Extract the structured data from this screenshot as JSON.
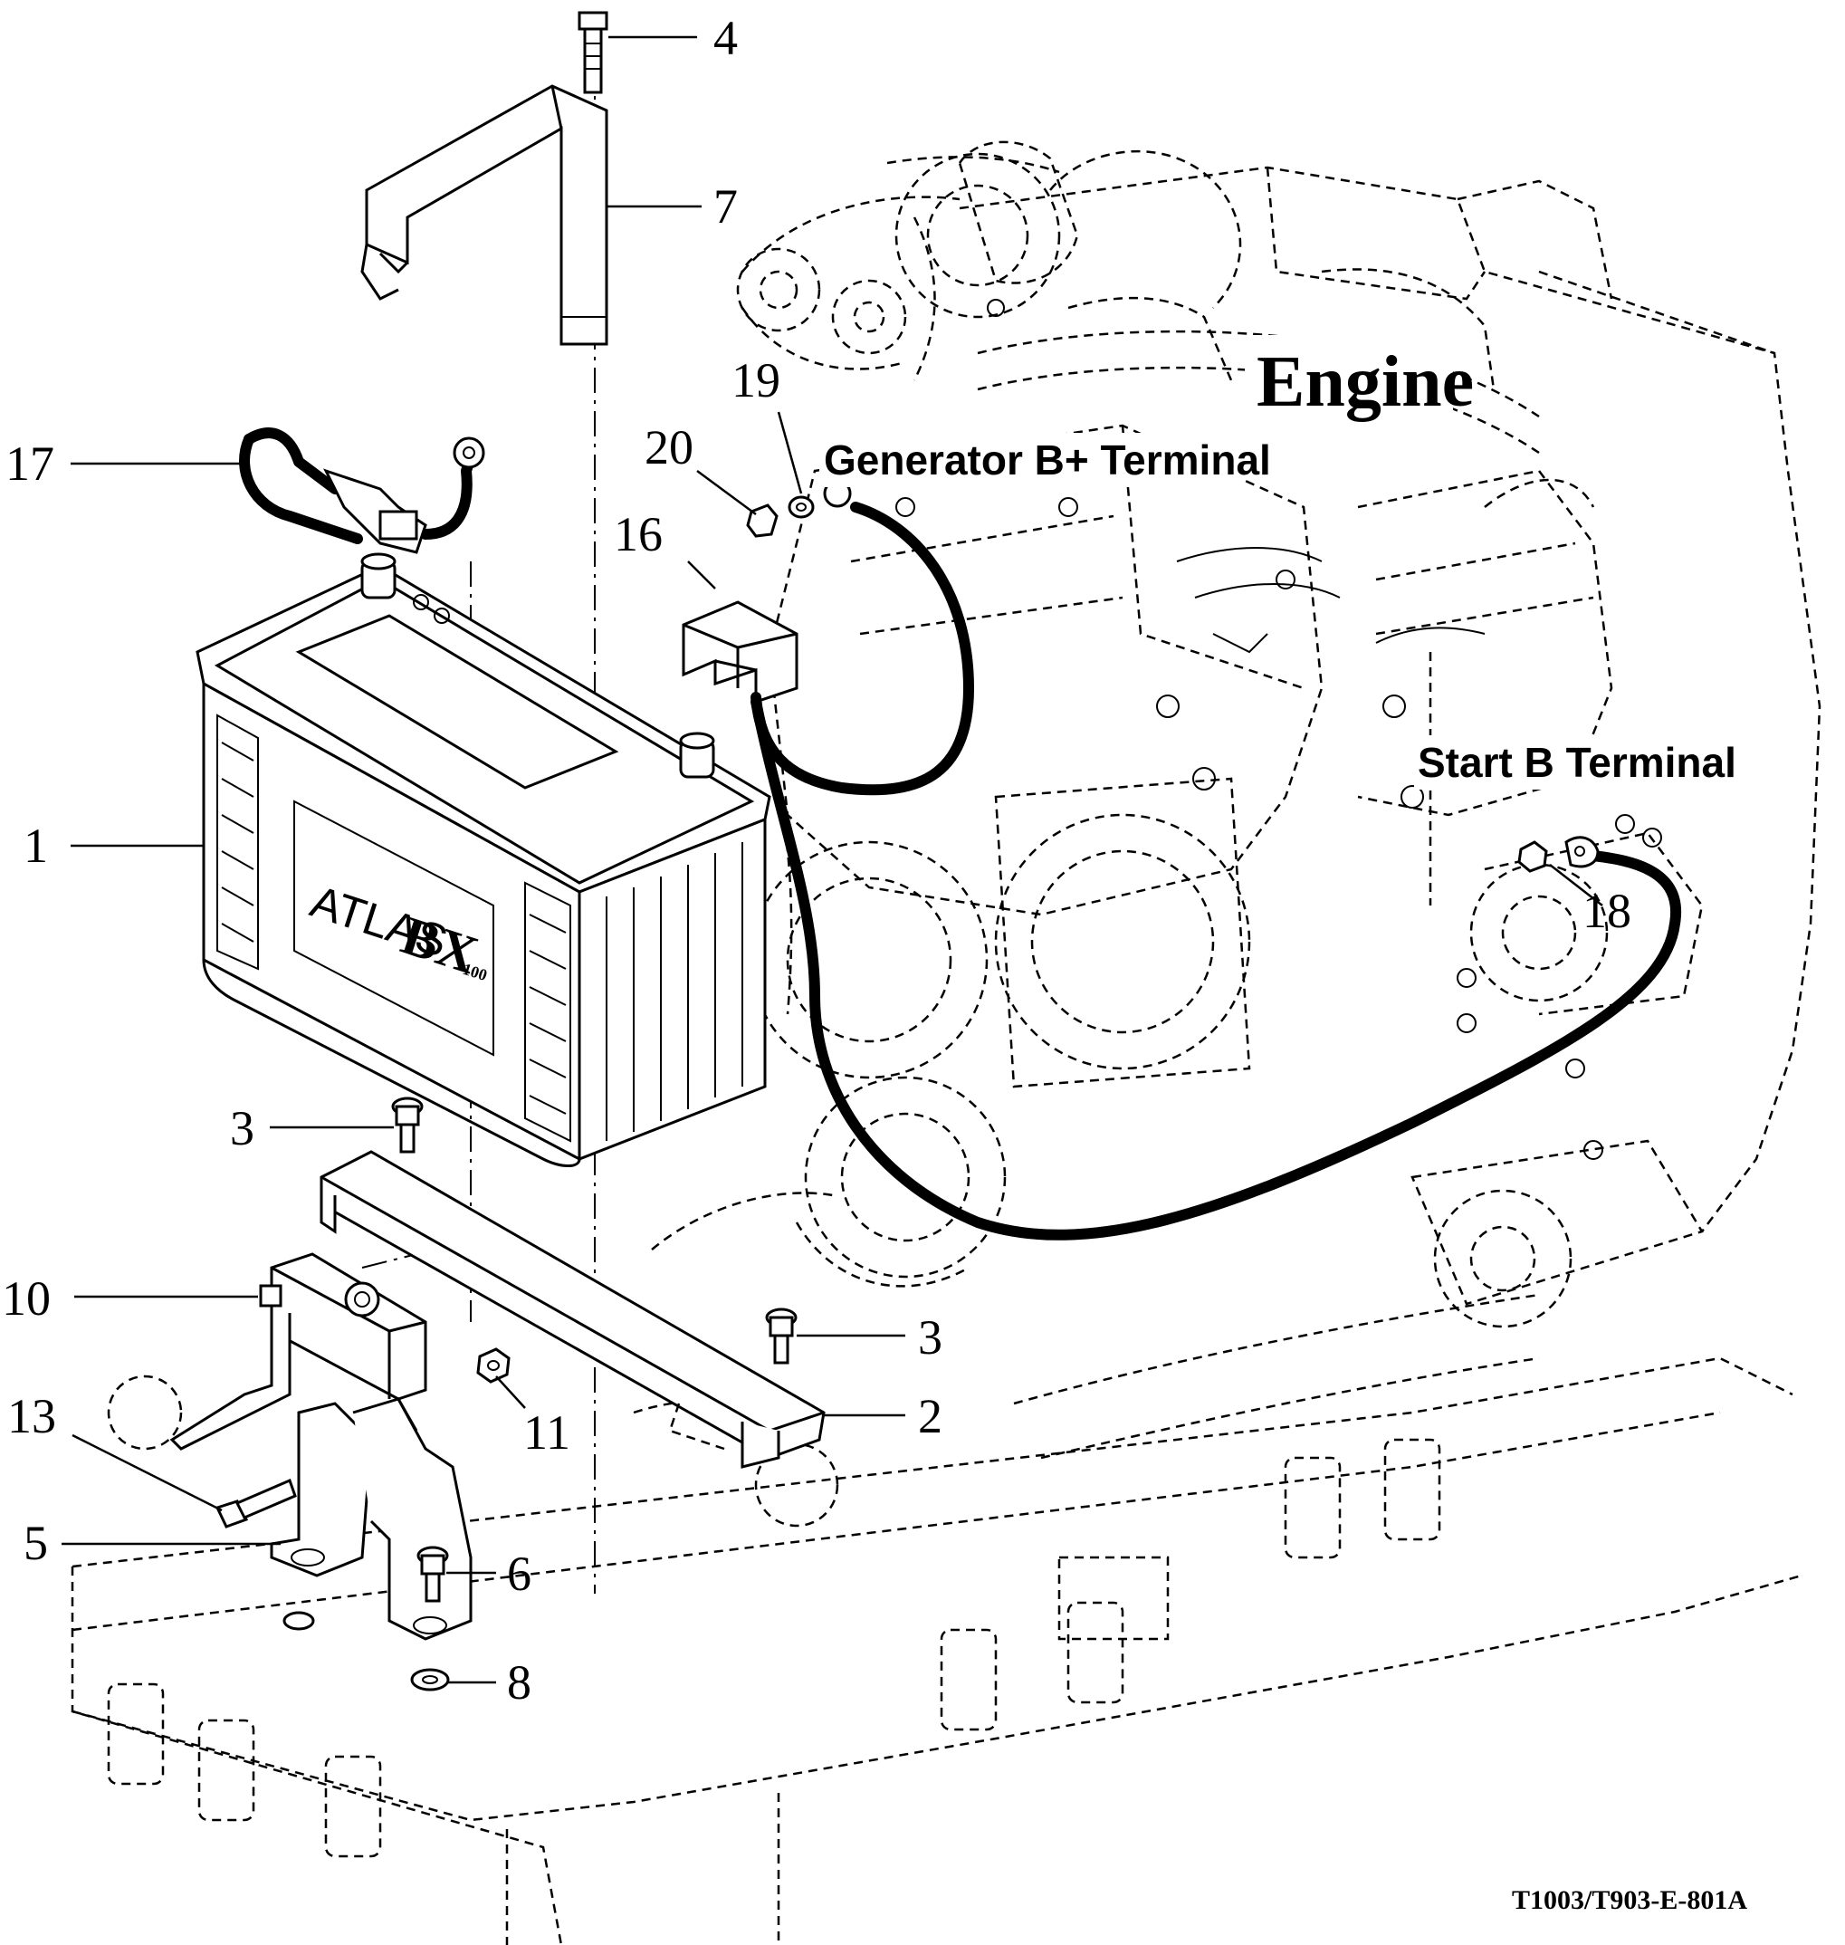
{
  "diagram": {
    "engine_label": "Engine",
    "generator_label": "Generator B+ Terminal",
    "start_label": "Start B Terminal",
    "figure_id": "T1003/T903-E-801A",
    "battery_brand": "ATLAS",
    "battery_model": "BX",
    "battery_model_sub": "100"
  },
  "callouts": [
    {
      "id": "4",
      "label": "4"
    },
    {
      "id": "7",
      "label": "7"
    },
    {
      "id": "19",
      "label": "19"
    },
    {
      "id": "20",
      "label": "20"
    },
    {
      "id": "17",
      "label": "17"
    },
    {
      "id": "16",
      "label": "16"
    },
    {
      "id": "1",
      "label": "1"
    },
    {
      "id": "18",
      "label": "18"
    },
    {
      "id": "3a",
      "label": "3"
    },
    {
      "id": "10",
      "label": "10"
    },
    {
      "id": "3b",
      "label": "3"
    },
    {
      "id": "11",
      "label": "11"
    },
    {
      "id": "2",
      "label": "2"
    },
    {
      "id": "13",
      "label": "13"
    },
    {
      "id": "5",
      "label": "5"
    },
    {
      "id": "6",
      "label": "6"
    },
    {
      "id": "8",
      "label": "8"
    }
  ]
}
